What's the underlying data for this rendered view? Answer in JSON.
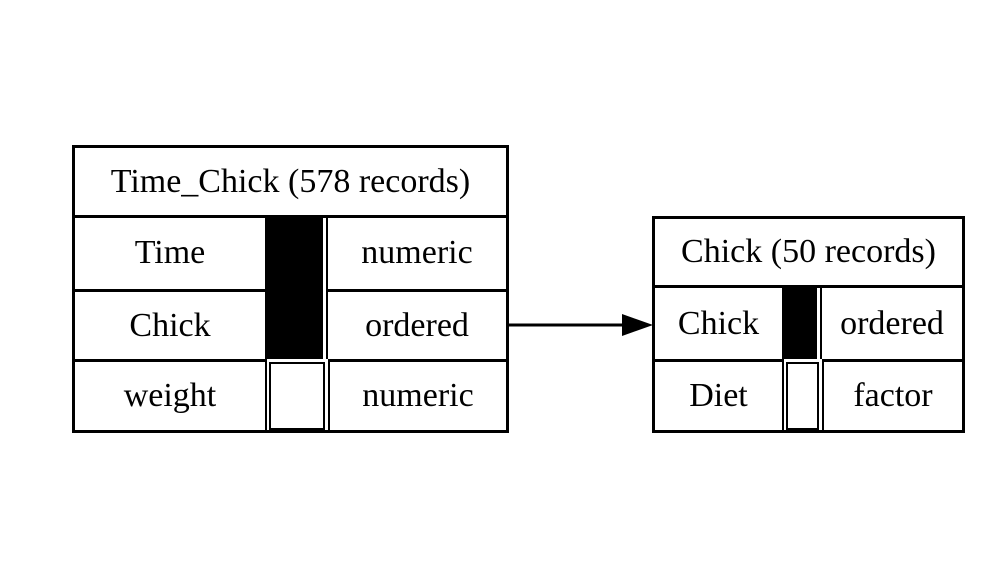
{
  "canvas": {
    "background_color": "#ffffff",
    "line_color": "#000000"
  },
  "diagram": {
    "type": "data-model-entity-relationship",
    "tables": [
      {
        "title": "Time_Chick (578 records)",
        "columns": [
          {
            "name": "Time",
            "type": "numeric",
            "is_key": true
          },
          {
            "name": "Chick",
            "type": "ordered",
            "is_key": true
          },
          {
            "name": "weight",
            "type": "numeric",
            "is_key": false
          }
        ]
      },
      {
        "title": "Chick (50 records)",
        "columns": [
          {
            "name": "Chick",
            "type": "ordered",
            "is_key": true
          },
          {
            "name": "Diet",
            "type": "factor",
            "is_key": false
          }
        ]
      }
    ],
    "relation": {
      "from_table": "Time_Chick",
      "from_column": "Chick",
      "to_table": "Chick",
      "to_column": "Chick"
    }
  }
}
